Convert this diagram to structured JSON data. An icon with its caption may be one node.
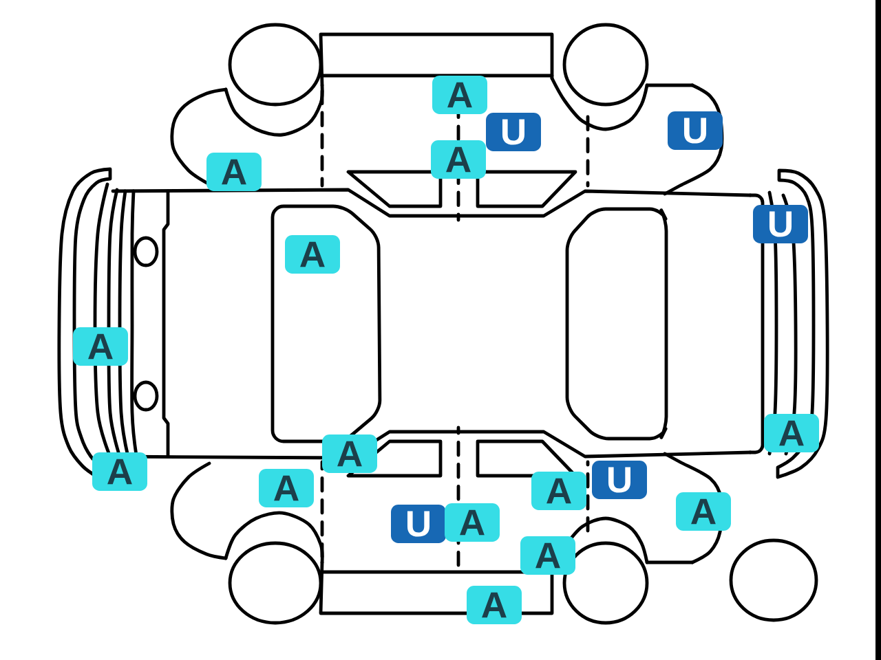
{
  "diagram": {
    "nodes": [
      {
        "text": [
          "A"
        ]
      },
      {
        "text": [
          "U"
        ]
      },
      {
        "text": [
          "U"
        ]
      },
      {
        "text": [
          "A"
        ]
      },
      {
        "text": [
          "A"
        ]
      },
      {
        "text": [
          "U"
        ]
      },
      {
        "text": [
          "A"
        ]
      },
      {
        "text": [
          "A"
        ]
      },
      {
        "text": [
          "A"
        ]
      },
      {
        "text": [
          "A"
        ]
      },
      {
        "text": [
          "A"
        ]
      },
      {
        "text": [
          "A"
        ]
      },
      {
        "text": [
          "A"
        ]
      },
      {
        "text": [
          "U"
        ]
      },
      {
        "text": [
          "U"
        ]
      },
      {
        "text": [
          "A"
        ]
      },
      {
        "text": [
          "A"
        ]
      },
      {
        "text": [
          "A"
        ]
      },
      {
        "text": [
          "A"
        ]
      }
    ]
  }
}
